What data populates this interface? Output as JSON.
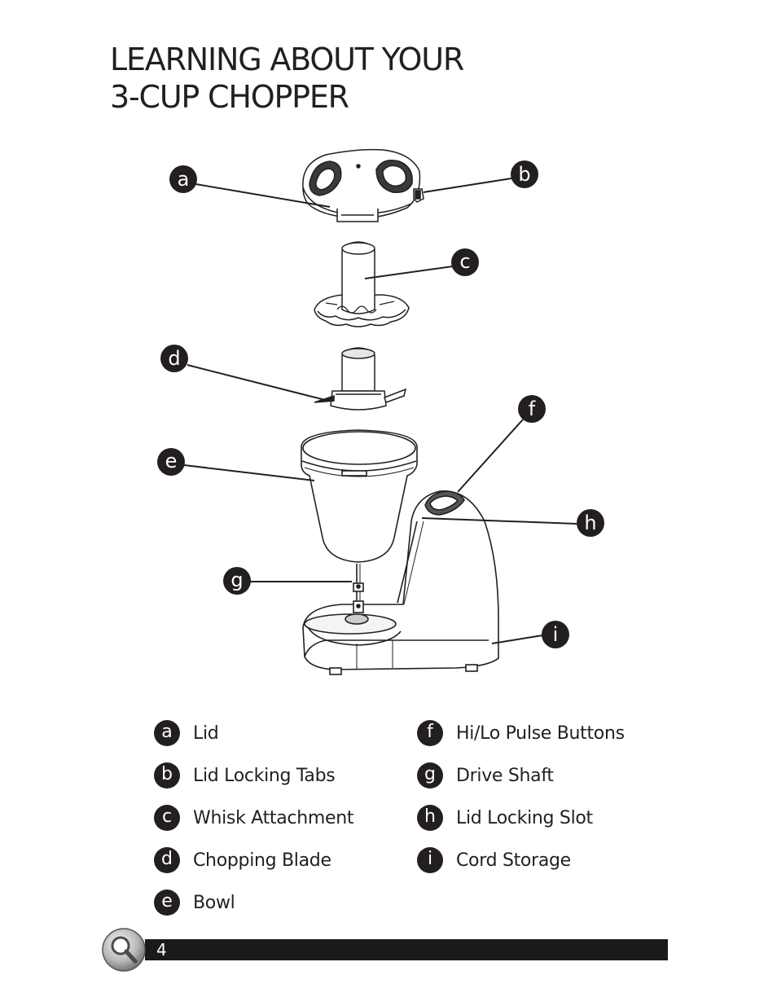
{
  "title": {
    "line1": "LEARNING ABOUT YOUR",
    "line2": "3-CUP CHOPPER"
  },
  "diagram_callouts": {
    "a": "a",
    "b": "b",
    "c": "c",
    "d": "d",
    "e": "e",
    "f": "f",
    "g": "g",
    "h": "h",
    "i": "i"
  },
  "legend": {
    "left": [
      {
        "letter": "a",
        "label": "Lid"
      },
      {
        "letter": "b",
        "label": "Lid Locking Tabs"
      },
      {
        "letter": "c",
        "label": "Whisk Attachment"
      },
      {
        "letter": "d",
        "label": "Chopping Blade"
      },
      {
        "letter": "e",
        "label": "Bowl"
      }
    ],
    "right": [
      {
        "letter": "f",
        "label": "Hi/Lo Pulse Buttons"
      },
      {
        "letter": "g",
        "label": "Drive Shaft"
      },
      {
        "letter": "h",
        "label": "Lid Locking Slot"
      },
      {
        "letter": "i",
        "label": "Cord Storage"
      }
    ]
  },
  "footer": {
    "page_number": "4",
    "icon": "magnifier-icon"
  }
}
